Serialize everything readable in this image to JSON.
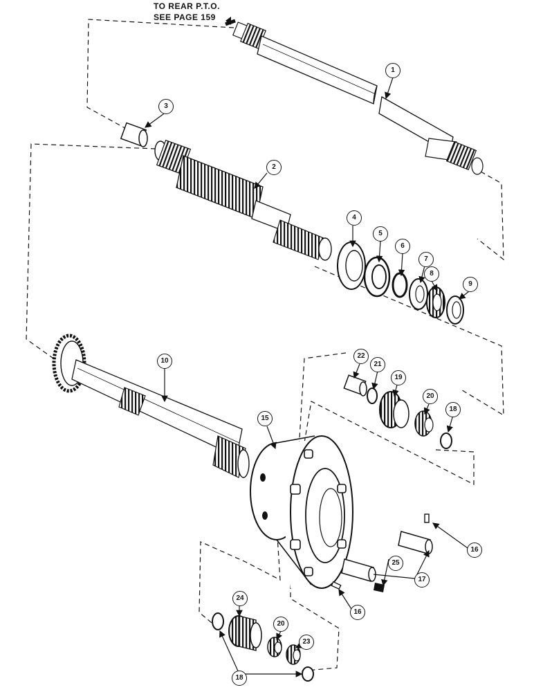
{
  "note": {
    "line1": "TO REAR P.T.O.",
    "line2": "SEE PAGE 159"
  },
  "callouts": {
    "c1": "1",
    "c2": "2",
    "c3": "3",
    "c4": "4",
    "c5": "5",
    "c6": "6",
    "c7": "7",
    "c8": "8",
    "c9": "9",
    "c10": "10",
    "c15": "15",
    "c16a": "16",
    "c16b": "16",
    "c17": "17",
    "c18a": "18",
    "c18b": "18",
    "c19": "19",
    "c20a": "20",
    "c20b": "20",
    "c21": "21",
    "c22": "22",
    "c23": "23",
    "c24": "24",
    "c25": "25"
  }
}
